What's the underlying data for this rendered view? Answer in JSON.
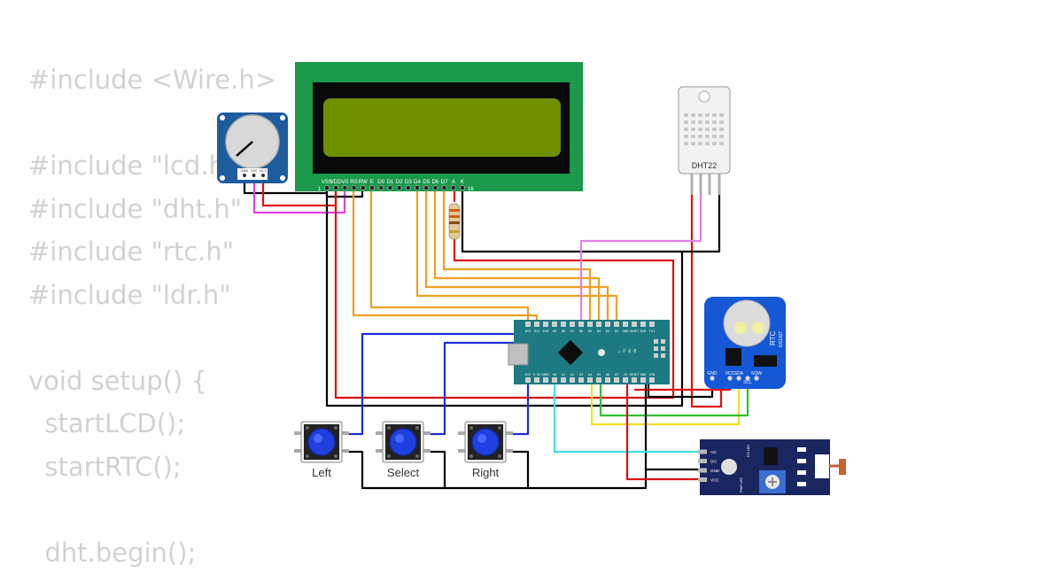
{
  "code_lines": [
    "#include <Wire.h>",
    "",
    "#include \"lcd.h\"",
    "#include \"dht.h\"",
    "#include \"rtc.h\"",
    "#include \"ldr.h\"",
    "",
    "void setup() {",
    "  startLCD();",
    "  startRTC();",
    "",
    "  dht.begin();"
  ],
  "lcd": {
    "pins": [
      "VSS",
      "VDD",
      "V0",
      "RS",
      "RW",
      "E",
      "D0",
      "D1",
      "D2",
      "D3",
      "D4",
      "D5",
      "D6",
      "D7",
      "A",
      "K"
    ],
    "pin_first": "1",
    "pin_last": "16"
  },
  "dht": {
    "label": "DHT22"
  },
  "pot": {
    "pins": [
      "GND",
      "SIG",
      "VCC"
    ]
  },
  "rtc": {
    "label": "RTC",
    "chip": "DS1307",
    "pins": [
      "GND",
      "VCC",
      "SDA",
      "SCL",
      "SQW"
    ]
  },
  "arduino": {
    "top_pins": [
      "D12",
      "D11",
      "D10",
      "D9",
      "D8",
      "D7",
      "D6",
      "D5",
      "D4",
      "D3",
      "D2",
      "GND",
      "RESET",
      "RX0",
      "TX1"
    ],
    "bottom_pins": [
      "D13",
      "3.3V",
      "AREF",
      "A0",
      "A1",
      "A2",
      "A3",
      "A4",
      "A5",
      "A6",
      "A7",
      "5V",
      "RESET",
      "GND",
      "VIN"
    ],
    "leds": [
      "L",
      "TX",
      "RX",
      "ON"
    ]
  },
  "ldr_module": {
    "pins": [
      "AO",
      "DO",
      "GND",
      "VCC"
    ],
    "leds": [
      "PWR LED",
      "DO LED"
    ]
  },
  "buttons": [
    {
      "label": "Left"
    },
    {
      "label": "Select"
    },
    {
      "label": "Right"
    }
  ],
  "colors": {
    "code_text": "#d2d2d2",
    "pcb_green": "#1a9a4a",
    "arduino_teal": "#1d7a82",
    "rtc_blue": "#1458d6",
    "ldr_navy": "#1a2660",
    "pot_board": "#1f5c9e",
    "button_blue": "#1f3fe0",
    "wire_black": "#000000",
    "wire_red": "#e01010",
    "wire_orange": "#f0a020",
    "wire_blue": "#1c2cd8",
    "wire_magenta": "#e040e0",
    "wire_violet": "#e080e8",
    "wire_yellow": "#f0e020",
    "wire_green": "#30c030",
    "wire_cyan": "#40e0e8"
  }
}
